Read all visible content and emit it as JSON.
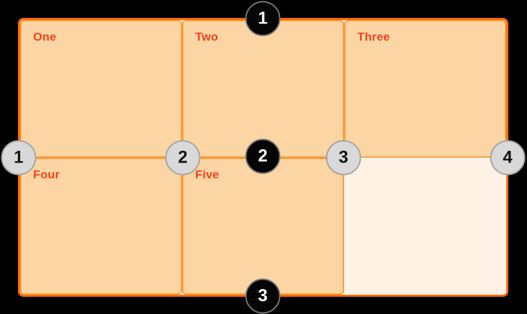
{
  "diagram": {
    "description": "CSS grid lines diagram: 3 columns x 2 rows, numbered grid lines",
    "grid": {
      "columns": 3,
      "rows": 2,
      "cells": [
        {
          "label": "One",
          "filled": true
        },
        {
          "label": "Two",
          "filled": true
        },
        {
          "label": "Three",
          "filled": true
        },
        {
          "label": "Four",
          "filled": true
        },
        {
          "label": "Five",
          "filled": true
        },
        {
          "label": "",
          "filled": false
        }
      ]
    },
    "markers": {
      "row_lines": [
        {
          "number": "1"
        },
        {
          "number": "2"
        },
        {
          "number": "3"
        }
      ],
      "column_lines": [
        {
          "number": "1"
        },
        {
          "number": "2"
        },
        {
          "number": "3"
        },
        {
          "number": "4"
        }
      ]
    }
  },
  "theme": {
    "bg": "#000000",
    "outer_border": "#f96b00",
    "cell_fill": "#fcd5a5",
    "cell_border": "#f89e3d",
    "empty_fill": "#fdf2e3",
    "label_color": "#f4421c",
    "row_marker_fill": "#050505",
    "row_marker_ring": "#787878",
    "row_marker_text": "#ffffff",
    "col_marker_fill": "#d9d9d9",
    "col_marker_ring": "#a3a3a3",
    "col_marker_text": "#141414"
  }
}
